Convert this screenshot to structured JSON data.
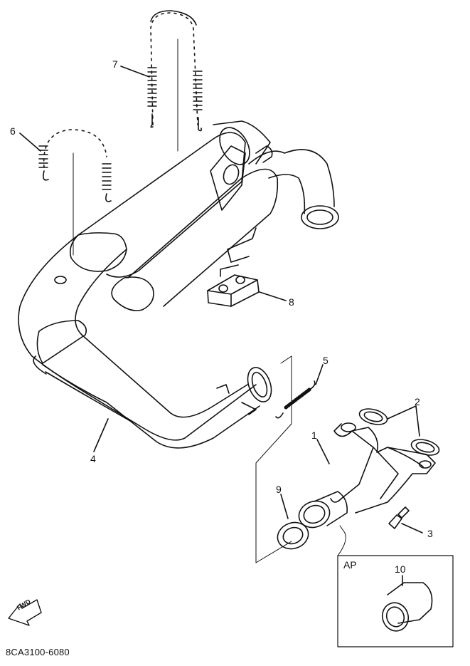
{
  "diagram": {
    "code": "8CA3100-6080",
    "ap_box_label": "AP",
    "fwd_label": "FWD",
    "callouts": {
      "c1": "1",
      "c2": "2",
      "c3": "3",
      "c4": "4",
      "c5": "5",
      "c6": "6",
      "c7": "7",
      "c8": "8",
      "c9": "9",
      "c10": "10"
    }
  }
}
